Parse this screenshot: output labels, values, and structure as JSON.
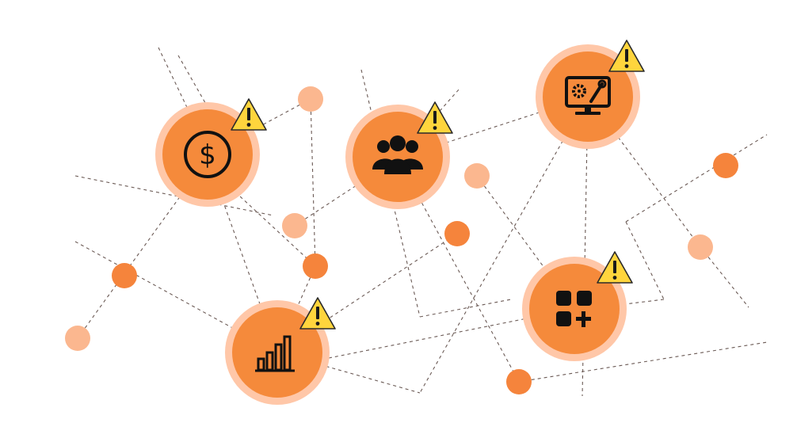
{
  "diagram": {
    "colors": {
      "node_core": "#f58a3b",
      "node_halo": "#ffc7a8",
      "dot_dark": "#f5843c",
      "dot_light": "#fbb78f",
      "edge": "#6b5a55",
      "warning": "#ffd53d",
      "icon": "#111111"
    },
    "nodes": [
      {
        "id": "finance",
        "icon": "dollar-coin-icon",
        "warning": true
      },
      {
        "id": "team",
        "icon": "people-group-icon",
        "warning": true
      },
      {
        "id": "settings",
        "icon": "monitor-gear-wrench-icon",
        "warning": true
      },
      {
        "id": "analytics",
        "icon": "bar-chart-icon",
        "warning": true
      },
      {
        "id": "apps",
        "icon": "apps-grid-plus-icon",
        "warning": true
      }
    ]
  }
}
